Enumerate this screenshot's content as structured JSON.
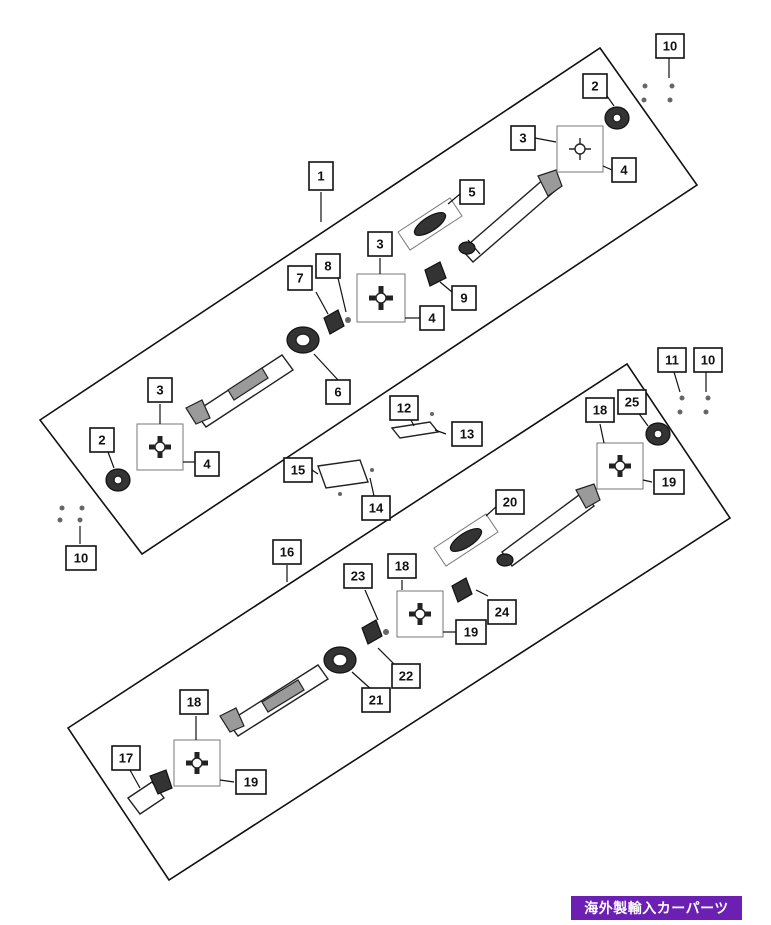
{
  "callouts": {
    "c1": "1",
    "c2a": "2",
    "c2b": "2",
    "c3a": "3",
    "c3b": "3",
    "c3c": "3",
    "c4a": "4",
    "c4b": "4",
    "c4c": "4",
    "c5": "5",
    "c6": "6",
    "c7": "7",
    "c8": "8",
    "c9": "9",
    "c10a": "10",
    "c10b": "10",
    "c10c": "10",
    "c11": "11",
    "c12": "12",
    "c13": "13",
    "c14": "14",
    "c15": "15",
    "c16": "16",
    "c17": "17",
    "c18a": "18",
    "c18b": "18",
    "c18c": "18",
    "c19a": "19",
    "c19b": "19",
    "c19c": "19",
    "c20": "20",
    "c21": "21",
    "c22": "22",
    "c23": "23",
    "c24": "24",
    "c25": "25"
  },
  "badge": {
    "label": "海外製輸入カーパーツ",
    "color": "#6b1fb3"
  }
}
